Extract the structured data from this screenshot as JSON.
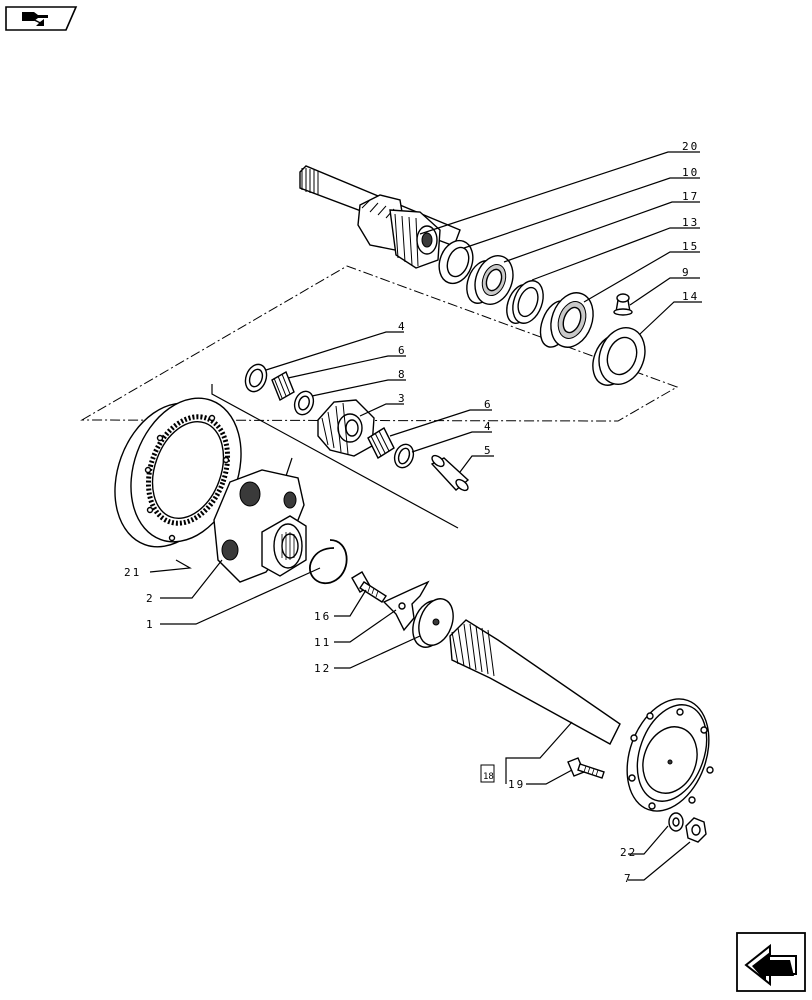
{
  "nav": {
    "top_icon": "book-arrow-icon",
    "bottom_icon": "next-page-arrow-icon"
  },
  "callouts": [
    {
      "id": "c20",
      "label": "20"
    },
    {
      "id": "c10",
      "label": "10"
    },
    {
      "id": "c17",
      "label": "17"
    },
    {
      "id": "c13",
      "label": "13"
    },
    {
      "id": "c15",
      "label": "15"
    },
    {
      "id": "c9",
      "label": "9"
    },
    {
      "id": "c14",
      "label": "14"
    },
    {
      "id": "c4a",
      "label": "4"
    },
    {
      "id": "c6a",
      "label": "6"
    },
    {
      "id": "c8",
      "label": "8"
    },
    {
      "id": "c3",
      "label": "3"
    },
    {
      "id": "c6b",
      "label": "6"
    },
    {
      "id": "c4b",
      "label": "4"
    },
    {
      "id": "c5",
      "label": "5"
    },
    {
      "id": "c21",
      "label": "21"
    },
    {
      "id": "c2",
      "label": "2"
    },
    {
      "id": "c1",
      "label": "1"
    },
    {
      "id": "c16",
      "label": "16"
    },
    {
      "id": "c11",
      "label": "11"
    },
    {
      "id": "c12",
      "label": "12"
    },
    {
      "id": "c18",
      "label": "18"
    },
    {
      "id": "c19",
      "label": "19"
    },
    {
      "id": "c22",
      "label": "22"
    },
    {
      "id": "c7",
      "label": "7"
    }
  ]
}
